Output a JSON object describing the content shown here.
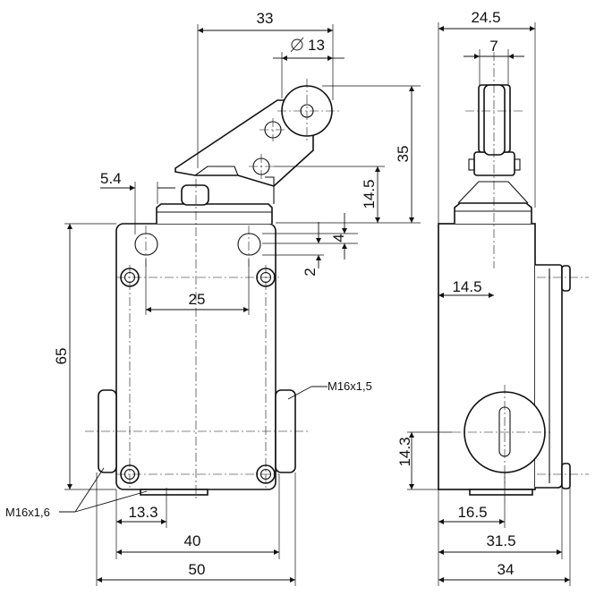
{
  "front_view": {
    "dims": {
      "lever_width": "33",
      "roller_diameter": "13",
      "roller_height": "35",
      "plunger_offset": "14.5",
      "plunger_gap": "5.4",
      "slot_height": "4",
      "slot_offset": "2",
      "slot_spacing": "25",
      "body_height": "65",
      "screw_offset": "13.3",
      "mount_spacing": "40",
      "body_width": "50"
    },
    "threads": {
      "right_entry": "M16x1,5",
      "left_entry": "M16x1,6"
    }
  },
  "side_view": {
    "dims": {
      "total_depth_top": "24.5",
      "roller_width": "7",
      "head_offset": "14.5",
      "entry_height": "14.3",
      "entry_offset": "16.5",
      "mount_depth": "31.5",
      "total_depth": "34"
    }
  },
  "colors": {
    "line": "#111111",
    "background": "#ffffff"
  }
}
